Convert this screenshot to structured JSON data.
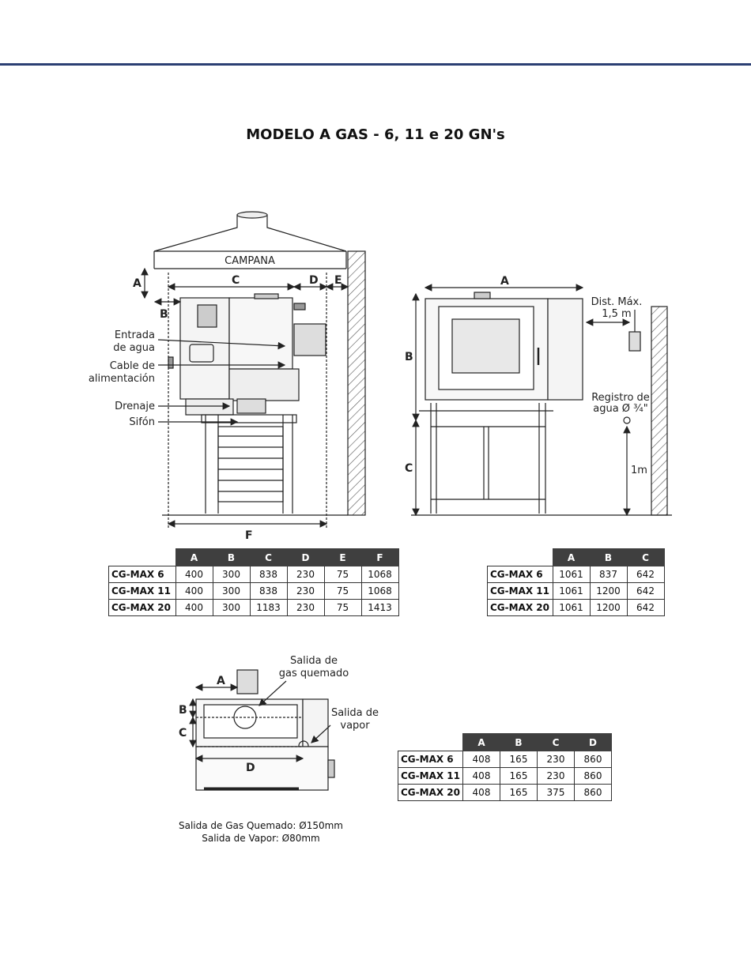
{
  "title": "MODELO A GAS - 6, 11 e 20 GN's",
  "side_view": {
    "hood_label": "CAMPANA",
    "labels": [
      "Entrada",
      "de agua",
      "Cable de",
      "alimentación",
      "Drenaje",
      "Sifón"
    ],
    "dims": [
      "A",
      "B",
      "C",
      "D",
      "E",
      "F"
    ]
  },
  "front_view": {
    "dims": [
      "A",
      "B",
      "C"
    ],
    "dist_label": "Dist. Máx.",
    "dist_value": "1,5 m",
    "registro_label": "Registro de",
    "registro_sub": "agua Ø ¾\"",
    "height_label": "1m"
  },
  "top_view": {
    "salida_gas": [
      "Salida de",
      "gas quemado"
    ],
    "salida_vapor": [
      "Salida de",
      "vapor"
    ],
    "dims": [
      "A",
      "B",
      "C",
      "D"
    ]
  },
  "notes": [
    "Salida de Gas Quemado: Ø150mm",
    "Salida de Vapor: Ø80mm"
  ],
  "table1": {
    "headers": [
      "A",
      "B",
      "C",
      "D",
      "E",
      "F"
    ],
    "rows": [
      {
        "model": "CG-MAX 6",
        "values": [
          "400",
          "300",
          "838",
          "230",
          "75",
          "1068"
        ]
      },
      {
        "model": "CG-MAX 11",
        "values": [
          "400",
          "300",
          "838",
          "230",
          "75",
          "1068"
        ]
      },
      {
        "model": "CG-MAX 20",
        "values": [
          "400",
          "300",
          "1183",
          "230",
          "75",
          "1413"
        ]
      }
    ]
  },
  "table2": {
    "headers": [
      "A",
      "B",
      "C"
    ],
    "rows": [
      {
        "model": "CG-MAX 6",
        "values": [
          "1061",
          "837",
          "642"
        ]
      },
      {
        "model": "CG-MAX 11",
        "values": [
          "1061",
          "1200",
          "642"
        ]
      },
      {
        "model": "CG-MAX 20",
        "values": [
          "1061",
          "1200",
          "642"
        ]
      }
    ]
  },
  "table3": {
    "headers": [
      "A",
      "B",
      "C",
      "D"
    ],
    "rows": [
      {
        "model": "CG-MAX 6",
        "values": [
          "408",
          "165",
          "230",
          "860"
        ]
      },
      {
        "model": "CG-MAX 11",
        "values": [
          "408",
          "165",
          "230",
          "860"
        ]
      },
      {
        "model": "CG-MAX 20",
        "values": [
          "408",
          "165",
          "375",
          "860"
        ]
      }
    ]
  },
  "colors": {
    "rule": "#2b3f73",
    "header_bg": "#3f3f3f"
  }
}
